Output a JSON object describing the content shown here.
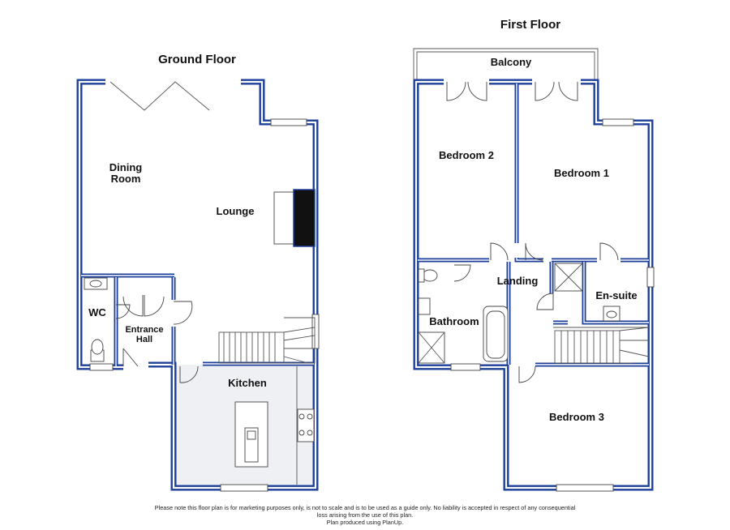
{
  "floors": {
    "ground": {
      "title": "Ground Floor",
      "rooms": {
        "dining_line1": "Dining",
        "dining_line2": "Room",
        "lounge": "Lounge",
        "wc": "WC",
        "hall_line1": "Entrance",
        "hall_line2": "Hall",
        "kitchen": "Kitchen"
      }
    },
    "first": {
      "title": "First Floor",
      "rooms": {
        "balcony": "Balcony",
        "bedroom2": "Bedroom 2",
        "bedroom1": "Bedroom 1",
        "landing": "Landing",
        "ensuite": "En-suite",
        "bathroom": "Bathroom",
        "bedroom3": "Bedroom 3"
      }
    }
  },
  "colors": {
    "wall": "#1c3f9a",
    "kitchen_floor": "#eef0f4"
  },
  "footer": {
    "line1": "Please note this floor plan is for marketing purposes only, is not to scale and is to be used as a guide only.  No liability is accepted in respect of any consequential",
    "line2": "loss arising from the use of this plan.",
    "line3": "Plan produced using PlanUp."
  }
}
